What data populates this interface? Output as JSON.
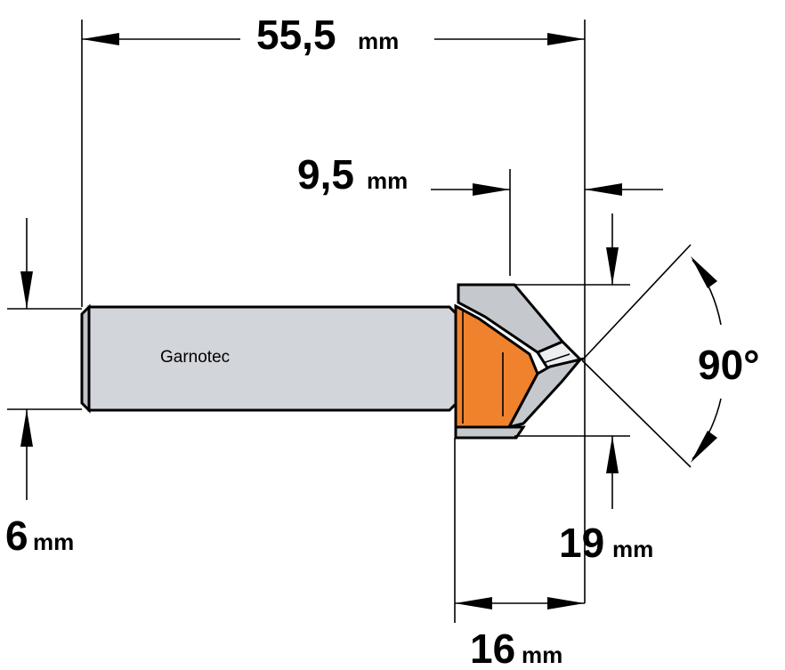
{
  "colors": {
    "shank": "#d2d5d9",
    "shank_highlight": "#eceef0",
    "carbide": "#c5c9cd",
    "body_orange": "#f0822d",
    "outline": "#000000"
  },
  "brand_label": "Garnotec",
  "dimensions": {
    "overall_length": {
      "value": "55,5",
      "unit": "mm"
    },
    "cutting_length": {
      "value": "9,5",
      "unit": "mm"
    },
    "shank_diameter": {
      "value": "6",
      "unit": "mm"
    },
    "cutting_diameter": {
      "value": "19",
      "unit": "mm"
    },
    "body_length": {
      "value": "16",
      "unit": "mm"
    },
    "angle": {
      "value": "90°"
    }
  }
}
